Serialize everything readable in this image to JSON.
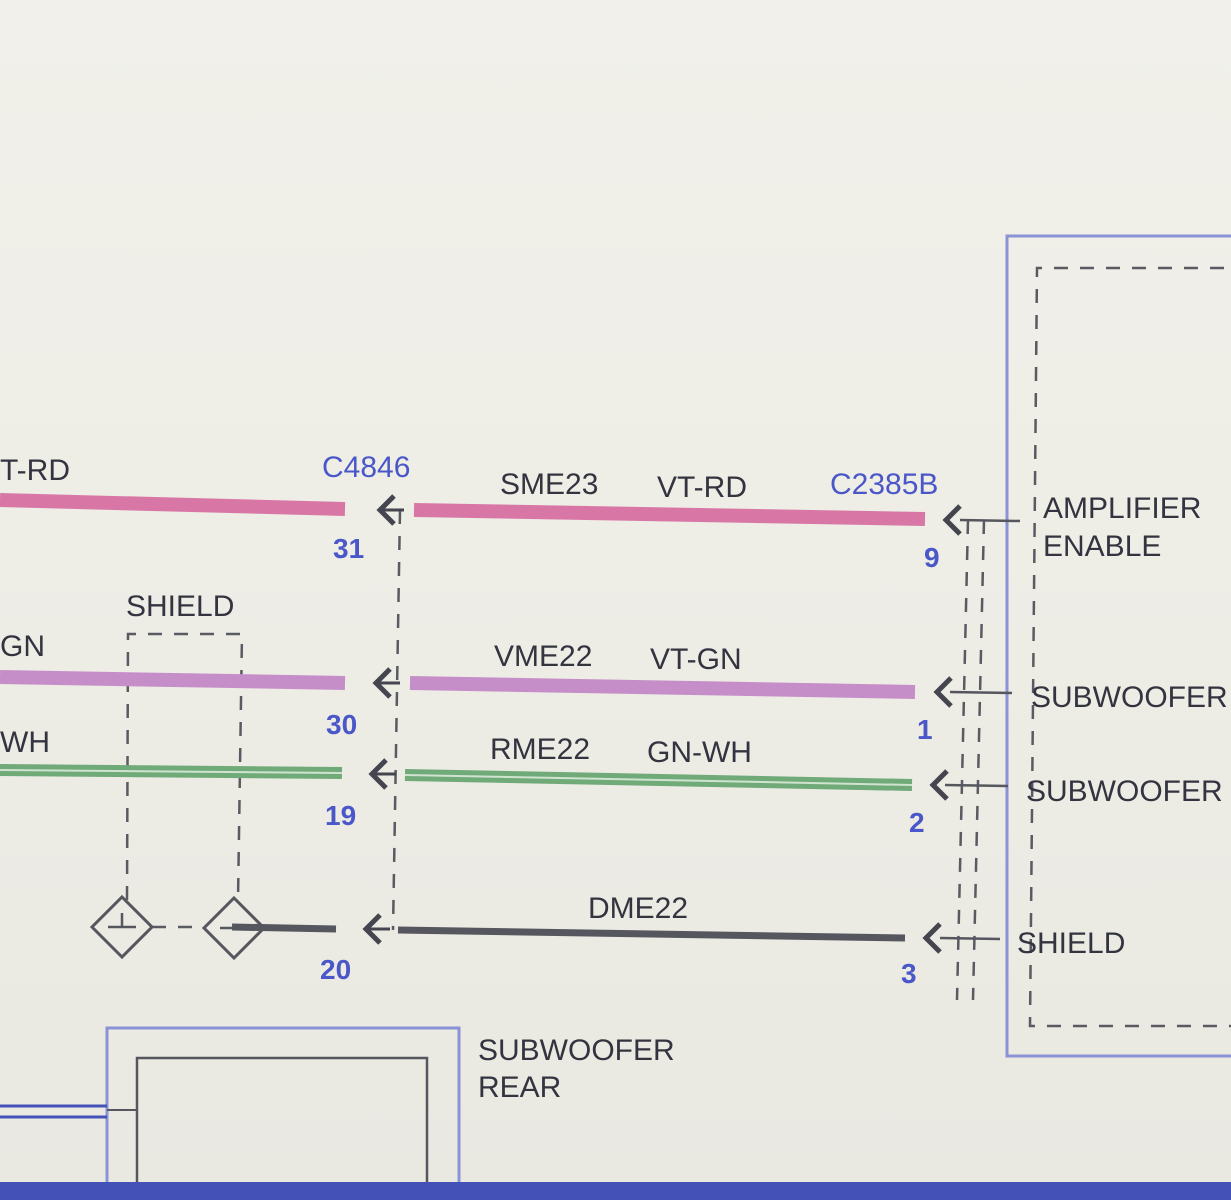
{
  "colors": {
    "background": "#eeede6",
    "wire_vt_rd": "#d877a6",
    "wire_vt_gn": "#c68ec8",
    "wire_gn_wh": "#6faa78",
    "wire_drain": "#55565e",
    "connector_text": "#4a57c8",
    "component_border": "#8a93d6",
    "bottom_bar": "#4452b8"
  },
  "connectors": {
    "left": "C4846",
    "right": "C2385B"
  },
  "wires": [
    {
      "left_partial_label": "T-RD",
      "circuit": "SME23",
      "color_code": "VT-RD",
      "left_pin": "31",
      "right_pin": "9",
      "function": "AMPLIFIER ENABLE"
    },
    {
      "left_partial_label": "GN",
      "circuit": "VME22",
      "color_code": "VT-GN",
      "left_pin": "30",
      "right_pin": "1",
      "function": "SUBWOOFER"
    },
    {
      "left_partial_label": "WH",
      "circuit": "RME22",
      "color_code": "GN-WH",
      "left_pin": "19",
      "right_pin": "2",
      "function": "SUBWOOFER"
    },
    {
      "left_partial_label": "",
      "circuit": "DME22",
      "color_code": "",
      "left_pin": "20",
      "right_pin": "3",
      "function": "SHIELD"
    }
  ],
  "shield_label": "SHIELD",
  "amplifier": {
    "function_lines": [
      "AMPLIFIER",
      "ENABLE"
    ]
  },
  "subwoofer_rear": {
    "label_lines": [
      "SUBWOOFER",
      "REAR"
    ]
  },
  "icons": {
    "connector_arrow": "chevron-left-icon",
    "ground_splice": "diamond-splice-icon"
  }
}
